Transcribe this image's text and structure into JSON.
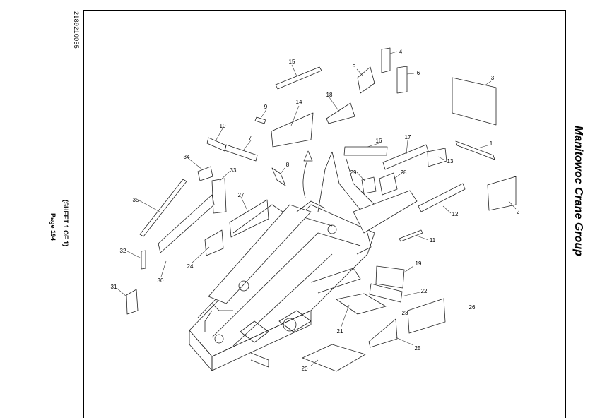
{
  "document": {
    "doc_number": "2189210055",
    "sheet": "(SHEET 1 OF 1)",
    "page": "Page 194",
    "brand": "Manitowoc Crane Group"
  },
  "diagram": {
    "callouts": [
      "1",
      "2",
      "3",
      "4",
      "5",
      "6",
      "7",
      "8",
      "9",
      "10",
      "11",
      "12",
      "13",
      "14",
      "15",
      "16",
      "17",
      "18",
      "19",
      "20",
      "21",
      "22",
      "23",
      "24",
      "25",
      "26",
      "27",
      "28",
      "29",
      "30",
      "31",
      "32",
      "33",
      "34",
      "35"
    ],
    "icons": [
      "direction-arrow-icon"
    ]
  }
}
